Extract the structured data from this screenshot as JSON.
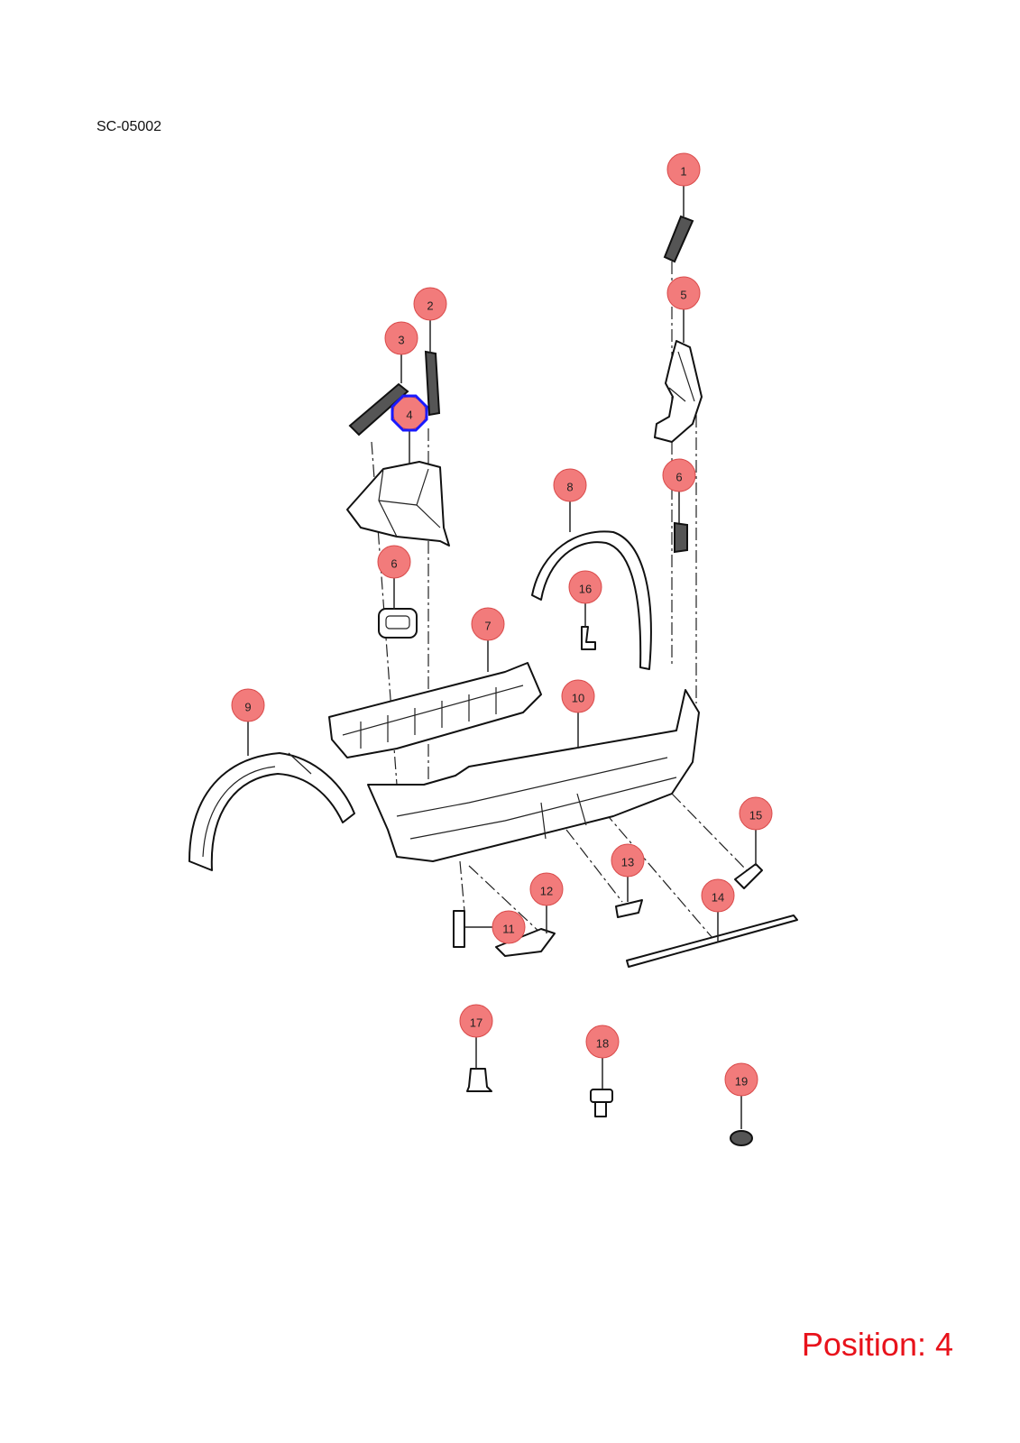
{
  "diagram": {
    "code": "SC-05002",
    "position_label": "Position: 4",
    "highlighted_callout": "4",
    "colors": {
      "callout_fill": "#f27b7b",
      "highlight": "#1a1aff",
      "position_text": "#e8121b"
    },
    "callouts": [
      "1",
      "2",
      "3",
      "4",
      "5",
      "6",
      "6",
      "7",
      "8",
      "9",
      "10",
      "11",
      "12",
      "13",
      "14",
      "15",
      "16",
      "17",
      "18",
      "19"
    ]
  }
}
